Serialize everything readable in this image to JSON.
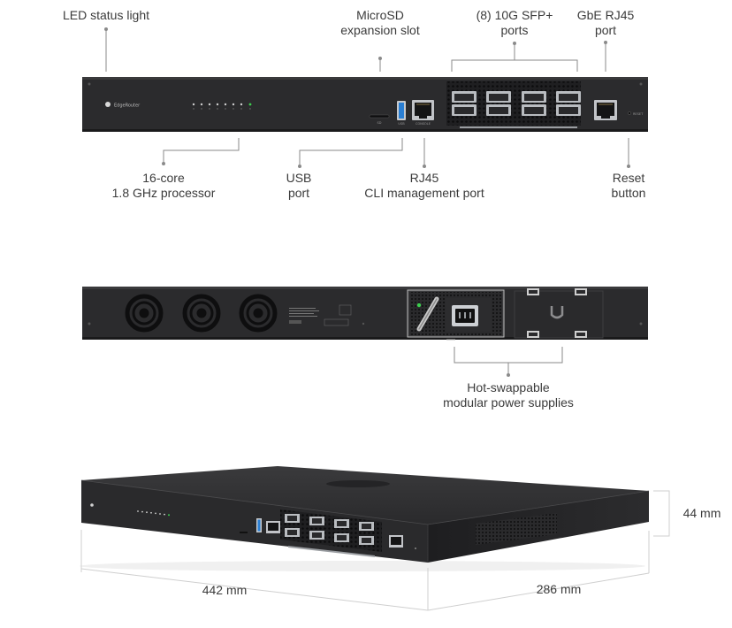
{
  "front_panel": {
    "brand_text": "EdgeRouter",
    "usb_caption": "USB",
    "console_caption": "CONSOLE",
    "sd_caption": "SD",
    "reset_caption": "RESET",
    "callouts": {
      "led": "LED status light",
      "microsd_line1": "MicroSD",
      "microsd_line2": "expansion slot",
      "sfp_line1": "(8) 10G SFP+",
      "sfp_line2": "ports",
      "gbe_line1": "GbE RJ45",
      "gbe_line2": "port",
      "cpu_line1": "16-core",
      "cpu_line2": "1.8 GHz processor",
      "usb_line1": "USB",
      "usb_line2": "port",
      "cli_line1": "RJ45",
      "cli_line2": "CLI management port",
      "reset_line1": "Reset",
      "reset_line2": "button"
    }
  },
  "rear_panel": {
    "callouts": {
      "psu_line1": "Hot-swappable",
      "psu_line2": "modular power supplies"
    }
  },
  "dimensions": {
    "width": "442 mm",
    "depth": "286 mm",
    "height": "44 mm"
  },
  "colors": {
    "chassis": "#2b2b2d",
    "chassis_edge": "#1c1c1e",
    "leader": "#8a8a8a",
    "port_silver": "#b9bcc0",
    "usb_blue": "#2a7fd4",
    "led_green": "#3ccf4e"
  }
}
